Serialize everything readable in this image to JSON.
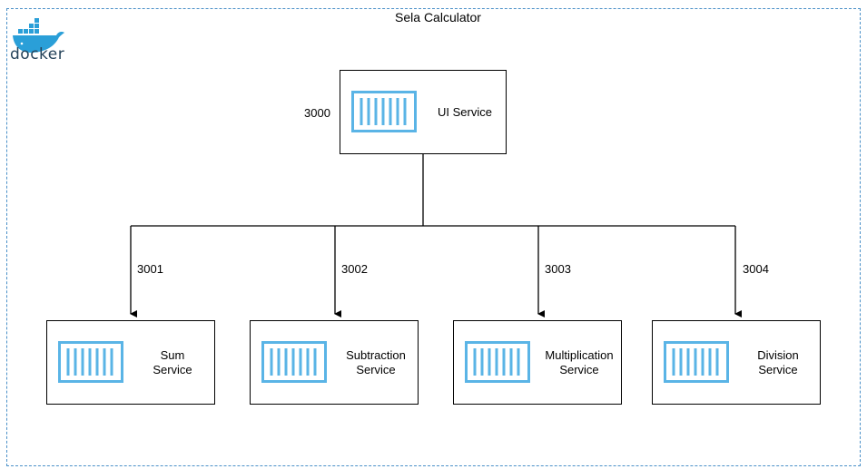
{
  "diagram": {
    "title": "Sela Calculator",
    "logo_text": "docker",
    "ui_service": {
      "label": "UI Service",
      "port": "3000"
    },
    "services": [
      {
        "line1": "Sum",
        "line2": "Service",
        "port": "3001"
      },
      {
        "line1": "Subtraction",
        "line2": "Service",
        "port": "3002"
      },
      {
        "line1": "Multiplication",
        "line2": "Service",
        "port": "3003"
      },
      {
        "line1": "Division",
        "line2": "Service",
        "port": "3004"
      }
    ]
  },
  "colors": {
    "frame": "#4a90c8",
    "container_icon": "#5ab4e6",
    "docker_blue": "#2a9fd8"
  }
}
